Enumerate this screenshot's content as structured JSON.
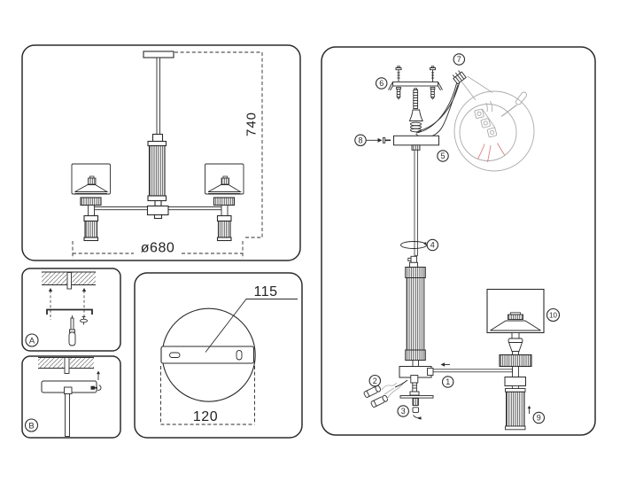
{
  "colors": {
    "line": "#2b2b2b",
    "muted_gray": "#ababab",
    "wire_red": "#d98383",
    "background": "#ffffff"
  },
  "overview": {
    "height_dim": "740",
    "diameter_dim": "ø680"
  },
  "step_a": {
    "badge": "A"
  },
  "step_b": {
    "badge": "B"
  },
  "mount_plate": {
    "slot_dim": "115",
    "width_dim": "120"
  },
  "assembly": {
    "callouts": [
      {
        "n": "1"
      },
      {
        "n": "2"
      },
      {
        "n": "3"
      },
      {
        "n": "4"
      },
      {
        "n": "5"
      },
      {
        "n": "6"
      },
      {
        "n": "7"
      },
      {
        "n": "8"
      },
      {
        "n": "9"
      },
      {
        "n": "10"
      }
    ]
  }
}
